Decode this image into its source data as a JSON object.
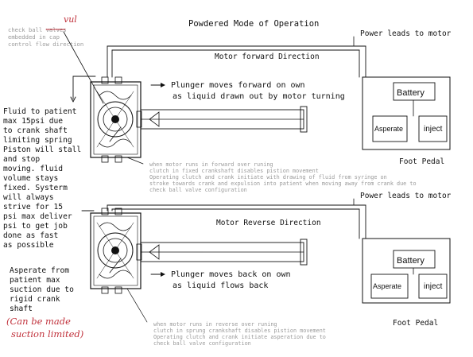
{
  "title": "Powdered Mode of Operation",
  "annotations": {
    "check_valve_lines": [
      "check ball valves",
      "embedded in cap",
      "control flow direction"
    ],
    "handwritten_top": "vul",
    "handwritten_bottom": [
      "(Can be made",
      "suction limited)"
    ]
  },
  "left_notes": {
    "forward": [
      "Fluid to patient",
      "max 15psi due",
      "to crank shaft",
      "limiting spring",
      "Piston will stall",
      "and stop",
      "moving. fluid",
      "volume stays",
      "fixed. Systerm",
      "will always",
      "strive for 15",
      "psi max deliver",
      "psi to get job",
      "done as fast",
      "as possible"
    ],
    "reverse": [
      "Asperate from",
      "patient max",
      "suction due to",
      "rigid crank",
      "shaft"
    ]
  },
  "forward": {
    "power_label": "Power leads to motor",
    "direction_label": "Motor forward Direction",
    "plunger_lines": [
      "Plunger moves forward on own",
      "as liquid drawn out by motor turning"
    ],
    "battery": "Battery",
    "asperate": "Asperate",
    "inject": "inject",
    "pedal": "Foot Pedal",
    "note_lines": [
      "when motor runs in forward over runing",
      "clutch in fixed crankshaft disables pistion movement",
      "Operating clutch and crank initiate with drawing of fluid from syringe on",
      "stroke towards crank and expulsion into patient when moving away from crank due to",
      "check ball valve configuration"
    ]
  },
  "reverse": {
    "power_label": "Power leads to motor",
    "direction_label": "Motor Reverse Direction",
    "plunger_lines": [
      "Plunger moves back on own",
      "as liquid flows back"
    ],
    "battery": "Battery",
    "asperate": "Asperate",
    "inject": "inject",
    "pedal": "Foot Pedal",
    "note_lines": [
      "when motor runs in reverse over runing",
      "clutch in sprung crankshaft disables pistion movement",
      "Operating clutch and crank initiate asperation due to",
      "check ball valve configuration"
    ]
  }
}
